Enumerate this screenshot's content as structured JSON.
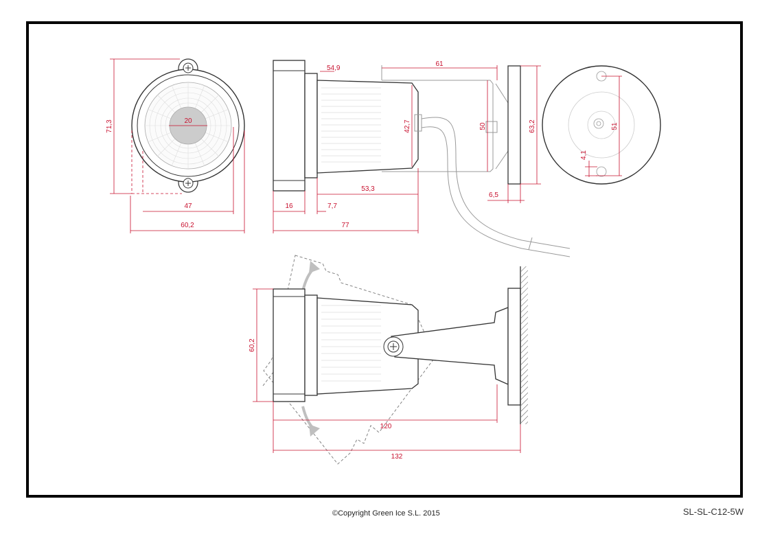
{
  "colors": {
    "dimension": "#c8102e",
    "outline": "#333333",
    "frame": "#000000",
    "light": "#bbbbbb",
    "lens_center": "#cccccc",
    "arrow": "#bfbfbf"
  },
  "dimensions": {
    "front_height": "71,3",
    "lens_inner": "20",
    "front_inner_width": "47",
    "front_width": "60,2",
    "side_lens_ring": "54,9",
    "bracket_length": "61",
    "body_height": "42,7",
    "bracket_height": "50",
    "base_plate_height": "63,2",
    "plate_thickness": "6,5",
    "body_length": "53,3",
    "lens_depth": "16",
    "ring_depth": "7,7",
    "total_side_length": "77",
    "hole_spacing": "51",
    "hole_offset": "4,1",
    "assembly_height": "60,2",
    "assembly_inner_length": "120",
    "assembly_total_length": "132"
  },
  "footer": {
    "copyright": "©Copyright Green Ice S.L. 2015",
    "code": "SL-SL-C12-5W"
  }
}
